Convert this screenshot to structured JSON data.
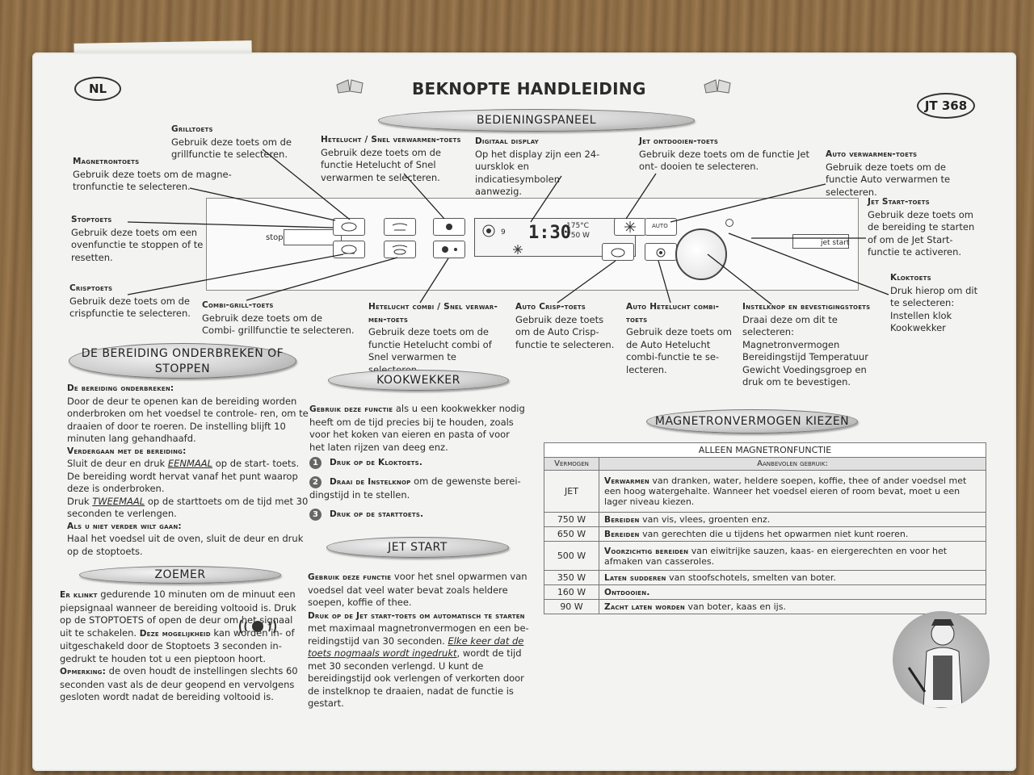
{
  "header": {
    "lang_badge": "NL",
    "title": "BEKNOPTE HANDLEIDING",
    "model_badge": "JT 368",
    "panel_oval": "BEDIENINGSPANEEL"
  },
  "callouts": {
    "grill": {
      "title": "Grilltoets",
      "text": "Gebruik deze toets om de grillfunctie te selecteren."
    },
    "magnetron": {
      "title": "Magnetrontoets",
      "text": "Gebruik deze toets om de magne- tronfunctie te selecteren."
    },
    "hetelucht": {
      "title": "Hetelucht / Snel verwarmen-toets",
      "text": "Gebruik deze toets om de functie Hetelucht of Snel verwarmen te selecteren."
    },
    "display": {
      "title": "Digitaal display",
      "text": "Op het display zijn een 24- uursklok en indicatiesymbolen aanwezig."
    },
    "jet_ontdooien": {
      "title": "Jet ontdooien-toets",
      "text": "Gebruik deze toets om de functie Jet ont- dooien te selecteren."
    },
    "auto_verwarmen": {
      "title": "Auto verwarmen-toets",
      "text": "Gebruik deze toets om de functie Auto verwarmen te selecteren."
    },
    "stop": {
      "title": "Stoptoets",
      "text": "Gebruik deze toets om een ovenfunctie te stoppen of te resetten."
    },
    "jet_start": {
      "title": "Jet Start-toets",
      "text": "Gebruik deze toets om de bereiding te starten of om de Jet Start- functie te activeren."
    },
    "klok": {
      "title": "Kloktoets",
      "text": "Druk hierop om dit te selecteren: Instellen klok Kookwekker"
    },
    "crisp": {
      "title": "Crisptoets",
      "text": "Gebruik deze toets om de crispfunctie te selecteren."
    },
    "combi_grill": {
      "title": "Combi-grill-toets",
      "text": "Gebruik deze toets om de Combi- grillfunctie te selecteren."
    },
    "hetelucht_combi": {
      "title": "Hetelucht combi / Snel verwar- men-toets",
      "text": "Gebruik deze toets om de functie Hetelucht combi of Snel verwarmen te selecteren."
    },
    "auto_crisp": {
      "title": "Auto Crisp-toets",
      "text": "Gebruik deze toets om de Auto Crisp-functie te selecteren."
    },
    "auto_hetelucht": {
      "title": "Auto Hetelucht combi-toets",
      "text": "Gebruik deze toets om de Auto Hetelucht combi-functie te se- lecteren."
    },
    "instelknop": {
      "title": "Instelknop en bevestigingstoets",
      "text": "Draai deze om dit te selecteren: Magnetronvermogen Bereidingstijd Temperatuur Gewicht Voedingsgroep en druk om te bevestigen."
    }
  },
  "panel": {
    "stop_label": "stop",
    "jetstart_label": "jet start",
    "display_time": "1:30",
    "display_temp": "175°C",
    "display_power": "750 W",
    "display_small": "9",
    "auto_label": "AUTO"
  },
  "onderbreken": {
    "oval": "DE BEREIDING ONDERBREKEN OF STOPPEN",
    "h1": "De bereiding onderbreken:",
    "p1": "Door de deur te openen kan de bereiding worden onderbroken om het voedsel te controle- ren, om te draaien of door te roeren. De instelling blijft 10 minuten lang gehandhaafd.",
    "h2": "Verdergaan met de bereiding:",
    "p2a": "Sluit de deur en druk ",
    "p2b": "EENMAAL",
    "p2c": " op de start- toets. De bereiding wordt hervat vanaf het punt waarop deze is onderbroken.",
    "p3a": "Druk ",
    "p3b": "TWEEMAAL",
    "p3c": " op de starttoets om de tijd met 30 seconden te verlengen.",
    "h3": "Als u niet verder wilt gaan:",
    "p4": "Haal het voedsel uit de oven, sluit de deur en druk op de stoptoets."
  },
  "zoemer": {
    "oval": "ZOEMER",
    "h1": "Er klinkt",
    "p1": " gedurende 10 minuten om de minuut een piepsignaal wanneer de bereiding voltooid is.  Druk op de STOPTOETS of open de deur om het signaal uit te schakelen.",
    "h2": "Deze mogelijkheid",
    "p2": " kan worden in- of uitgeschakeld door de Stoptoets 3 seconden in- gedrukt te houden tot u een pieptoon hoort.",
    "h3": "Opmerking:",
    "p3": " de oven houdt de instellingen slechts 60 seconden vast als de deur geopend en vervolgens gesloten wordt nadat de bereiding voltooid is."
  },
  "kookwekker": {
    "oval": "KOOKWEKKER",
    "h1": "Gebruik deze functie",
    "p1": " als u een kookwekker nodig heeft om de tijd precies bij te houden, zoals voor het koken van eieren en pasta of voor het laten rijzen van deeg enz.",
    "steps": [
      {
        "n": "1",
        "b": "Druk op de Kloktoets.",
        "t": ""
      },
      {
        "n": "2",
        "b": "Draai de Instelknop",
        "t": " om de gewenste berei- dingstijd in te stellen."
      },
      {
        "n": "3",
        "b": "Druk op de starttoets.",
        "t": ""
      }
    ]
  },
  "jetstart": {
    "oval": "JET START",
    "h1": "Gebruik deze functie",
    "p1": " voor het snel opwarmen van voedsel dat veel water bevat zoals heldere soepen, koffie of thee.",
    "h2": "Druk op de Jet start-toets om automatisch te starten",
    "p2": " met maximaal magnetronvermogen en een be- reidingstijd van 30 seconden. ",
    "p2u": "Elke keer dat de toets nogmaals wordt ingedrukt",
    "p2c": ", wordt de tijd met 30 seconden verlengd. U kunt de bereidingstijd ook verlengen of verkorten door de instelknop te draaien, nadat de functie is gestart."
  },
  "magnetron": {
    "oval": "MAGNETRONVERMOGEN KIEZEN",
    "caption": "ALLEEN MAGNETRONFUNCTIE",
    "col1": "Vermogen",
    "col2": "Aanbevolen gebruik:",
    "rows": [
      {
        "power": "JET",
        "bold": "Verwarmen",
        "text": " van dranken, water, heldere soepen, koffie, thee of ander voedsel met een hoog watergehalte. Wanneer het voedsel eieren of room bevat, moet u een lager niveau kiezen."
      },
      {
        "power": "750 W",
        "bold": "Bereiden",
        "text": " van vis, vlees, groenten enz."
      },
      {
        "power": "650 W",
        "bold": "Bereiden",
        "text": " van gerechten die u tijdens het opwarmen niet kunt roeren."
      },
      {
        "power": "500 W",
        "bold": "Voorzichtig bereiden",
        "text": " van eiwitrijke sauzen, kaas- en eiergerechten en voor het afmaken van casseroles."
      },
      {
        "power": "350 W",
        "bold": "Laten sudderen",
        "text": " van stoofschotels, smelten van boter."
      },
      {
        "power": "160 W",
        "bold": "Ontdooien.",
        "text": ""
      },
      {
        "power": "90 W",
        "bold": "Zacht laten worden",
        "text": " van boter, kaas en ijs."
      }
    ]
  },
  "colors": {
    "card": "#f3f4f1",
    "wood": "#8a6a43",
    "text": "#2a2a2a"
  },
  "icons": [
    "book-icon",
    "cook-figure-icon",
    "buzzer-icon",
    "grill-icon",
    "microwave-icon",
    "fan-icon",
    "snowflake-icon",
    "knob-icon",
    "clock-icon"
  ]
}
